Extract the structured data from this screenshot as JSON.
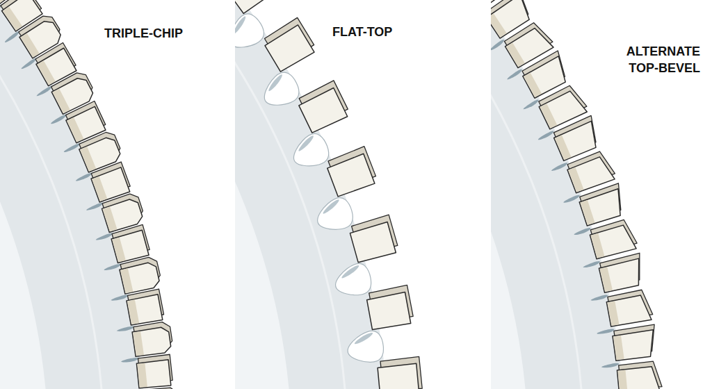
{
  "diagram": {
    "labels": [
      "TRIPLE-CHIP",
      "FLAT-TOP",
      "ALTERNATE TOP-BEVEL"
    ]
  }
}
